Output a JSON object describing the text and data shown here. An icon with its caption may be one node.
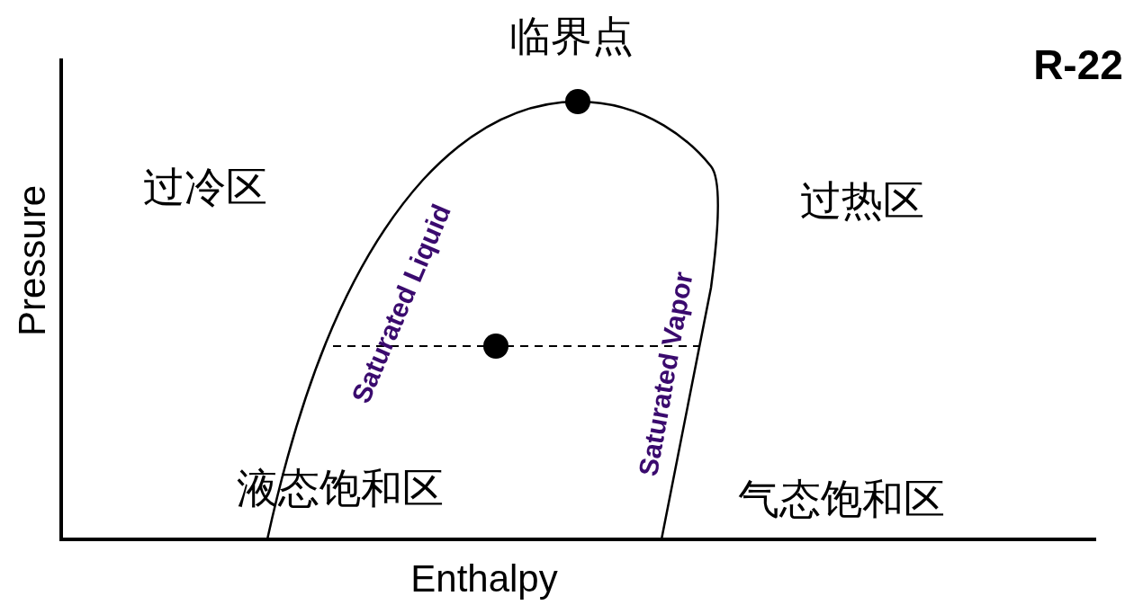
{
  "diagram": {
    "labels": [
      "临界点",
      "R-22",
      "过冷区",
      "过热区",
      "Pressure",
      "Saturated Liquid",
      "Saturated Vapor",
      "液态饱和区",
      "气态饱和区",
      "Enthalpy"
    ]
  }
}
